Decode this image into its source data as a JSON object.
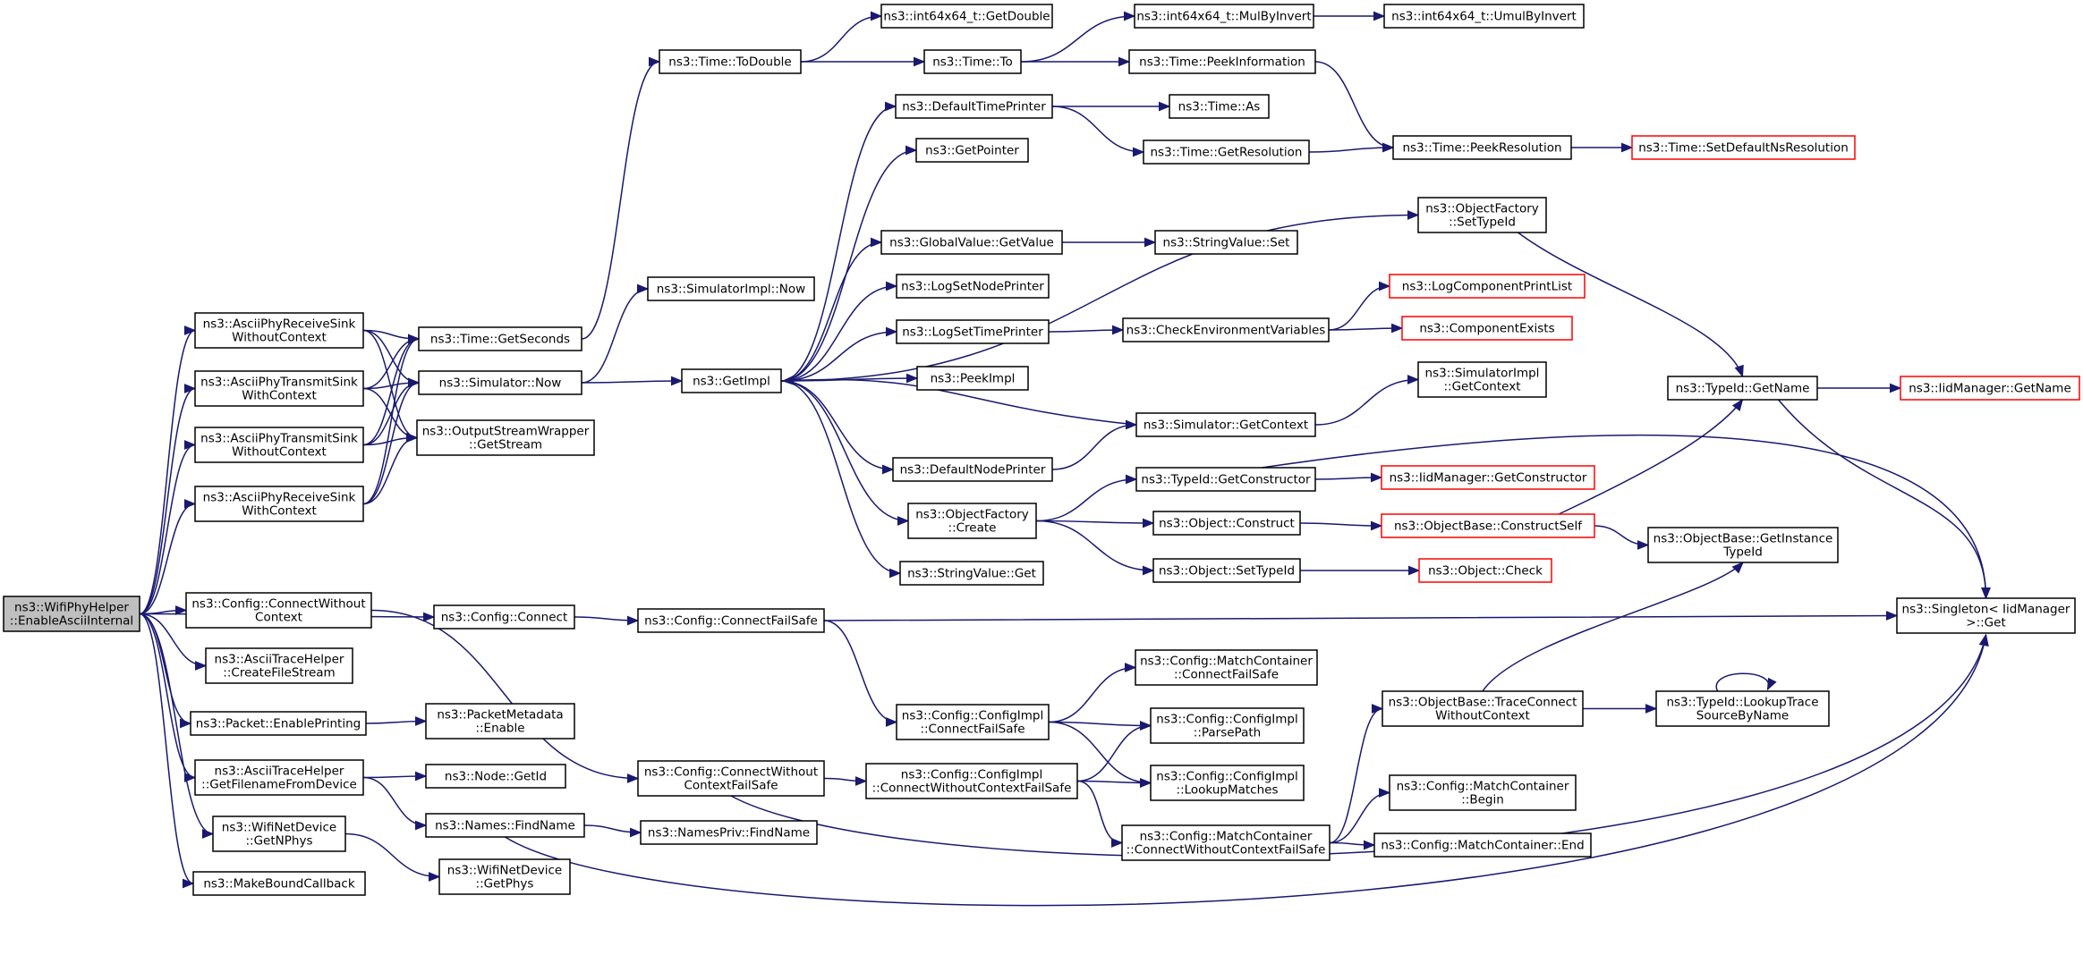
{
  "graph": {
    "colors": {
      "edge": "#191970",
      "box_border": "#000000",
      "truncated_border": "#ff0000",
      "root_fill": "#bfbfbf",
      "box_fill": "#ffffff"
    },
    "nodes": [
      {
        "id": "root",
        "lines": [
          "ns3::WifiPhyHelper",
          "::EnableAsciiInternal"
        ],
        "style": "root"
      },
      {
        "id": "aprs_wo",
        "lines": [
          "ns3::AsciiPhyReceiveSink",
          "WithoutContext"
        ]
      },
      {
        "id": "apts_w",
        "lines": [
          "ns3::AsciiPhyTransmitSink",
          "WithContext"
        ]
      },
      {
        "id": "apts_wo",
        "lines": [
          "ns3::AsciiPhyTransmitSink",
          "WithoutContext"
        ]
      },
      {
        "id": "aprs_w",
        "lines": [
          "ns3::AsciiPhyReceiveSink",
          "WithContext"
        ]
      },
      {
        "id": "cfg_cwc",
        "lines": [
          "ns3::Config::ConnectWithout",
          "Context"
        ]
      },
      {
        "id": "ath_cfs",
        "lines": [
          "ns3::AsciiTraceHelper",
          "::CreateFileStream"
        ]
      },
      {
        "id": "pkt_ep",
        "lines": [
          "ns3::Packet::EnablePrinting"
        ]
      },
      {
        "id": "ath_gff",
        "lines": [
          "ns3::AsciiTraceHelper",
          "::GetFilenameFromDevice"
        ]
      },
      {
        "id": "wnd_gnp",
        "lines": [
          "ns3::WifiNetDevice",
          "::GetNPhys"
        ]
      },
      {
        "id": "mbc",
        "lines": [
          "ns3::MakeBoundCallback"
        ]
      },
      {
        "id": "time_gs",
        "lines": [
          "ns3::Time::GetSeconds"
        ]
      },
      {
        "id": "sim_now",
        "lines": [
          "ns3::Simulator::Now"
        ]
      },
      {
        "id": "osw_gs",
        "lines": [
          "ns3::OutputStreamWrapper",
          "::GetStream"
        ]
      },
      {
        "id": "cfg_connect",
        "lines": [
          "ns3::Config::Connect"
        ]
      },
      {
        "id": "pm_enable",
        "lines": [
          "ns3::PacketMetadata",
          "::Enable"
        ]
      },
      {
        "id": "node_getid",
        "lines": [
          "ns3::Node::GetId"
        ]
      },
      {
        "id": "names_fn",
        "lines": [
          "ns3::Names::FindName"
        ]
      },
      {
        "id": "wnd_gp",
        "lines": [
          "ns3::WifiNetDevice",
          "::GetPhys"
        ]
      },
      {
        "id": "simimpl_now",
        "lines": [
          "ns3::SimulatorImpl::Now"
        ]
      },
      {
        "id": "time_todouble",
        "lines": [
          "ns3::Time::ToDouble"
        ]
      },
      {
        "id": "getimpl",
        "lines": [
          "ns3::GetImpl"
        ]
      },
      {
        "id": "cfg_cfs",
        "lines": [
          "ns3::Config::ConnectFailSafe"
        ]
      },
      {
        "id": "cfg_cwcfs",
        "lines": [
          "ns3::Config::ConnectWithout",
          "ContextFailSafe"
        ]
      },
      {
        "id": "namespriv_fn",
        "lines": [
          "ns3::NamesPriv::FindName"
        ]
      },
      {
        "id": "i64_gd",
        "lines": [
          "ns3::int64x64_t::GetDouble"
        ]
      },
      {
        "id": "time_to",
        "lines": [
          "ns3::Time::To"
        ]
      },
      {
        "id": "dtp",
        "lines": [
          "ns3::DefaultTimePrinter"
        ]
      },
      {
        "id": "getpointer",
        "lines": [
          "ns3::GetPointer"
        ]
      },
      {
        "id": "gv_getvalue",
        "lines": [
          "ns3::GlobalValue::GetValue"
        ]
      },
      {
        "id": "log_snp",
        "lines": [
          "ns3::LogSetNodePrinter"
        ]
      },
      {
        "id": "log_stp",
        "lines": [
          "ns3::LogSetTimePrinter"
        ]
      },
      {
        "id": "peekimpl",
        "lines": [
          "ns3::PeekImpl"
        ]
      },
      {
        "id": "dnp",
        "lines": [
          "ns3::DefaultNodePrinter"
        ]
      },
      {
        "id": "of_create",
        "lines": [
          "ns3::ObjectFactory",
          "::Create"
        ]
      },
      {
        "id": "sv_get",
        "lines": [
          "ns3::StringValue::Get"
        ]
      },
      {
        "id": "ci_cfs",
        "lines": [
          "ns3::Config::ConfigImpl",
          "::ConnectFailSafe"
        ]
      },
      {
        "id": "ci_cwcfs",
        "lines": [
          "ns3::Config::ConfigImpl",
          "::ConnectWithoutContextFailSafe"
        ]
      },
      {
        "id": "i64_mbi",
        "lines": [
          "ns3::int64x64_t::MulByInvert"
        ]
      },
      {
        "id": "time_pi",
        "lines": [
          "ns3::Time::PeekInformation"
        ]
      },
      {
        "id": "time_as",
        "lines": [
          "ns3::Time::As"
        ]
      },
      {
        "id": "time_gr",
        "lines": [
          "ns3::Time::GetResolution"
        ]
      },
      {
        "id": "sv_set",
        "lines": [
          "ns3::StringValue::Set"
        ]
      },
      {
        "id": "cev",
        "lines": [
          "ns3::CheckEnvironmentVariables"
        ]
      },
      {
        "id": "sim_gc",
        "lines": [
          "ns3::Simulator::GetContext"
        ]
      },
      {
        "id": "tid_gc",
        "lines": [
          "ns3::TypeId::GetConstructor"
        ]
      },
      {
        "id": "obj_construct",
        "lines": [
          "ns3::Object::Construct"
        ]
      },
      {
        "id": "obj_settid",
        "lines": [
          "ns3::Object::SetTypeId"
        ]
      },
      {
        "id": "mc_cfs",
        "lines": [
          "ns3::Config::MatchContainer",
          "::ConnectFailSafe"
        ]
      },
      {
        "id": "ci_pp",
        "lines": [
          "ns3::Config::ConfigImpl",
          "::ParsePath"
        ]
      },
      {
        "id": "ci_lm",
        "lines": [
          "ns3::Config::ConfigImpl",
          "::LookupMatches"
        ]
      },
      {
        "id": "mc_cwcfs",
        "lines": [
          "ns3::Config::MatchContainer",
          "::ConnectWithoutContextFailSafe"
        ]
      },
      {
        "id": "i64_umbi",
        "lines": [
          "ns3::int64x64_t::UmulByInvert"
        ]
      },
      {
        "id": "time_pr",
        "lines": [
          "ns3::Time::PeekResolution"
        ]
      },
      {
        "id": "of_settid",
        "lines": [
          "ns3::ObjectFactory",
          "::SetTypeId"
        ]
      },
      {
        "id": "lcpl",
        "lines": [
          "ns3::LogComponentPrintList"
        ],
        "style": "truncated"
      },
      {
        "id": "ce",
        "lines": [
          "ns3::ComponentExists"
        ],
        "style": "truncated"
      },
      {
        "id": "simimpl_gc",
        "lines": [
          "ns3::SimulatorImpl",
          "::GetContext"
        ]
      },
      {
        "id": "iidm_gc",
        "lines": [
          "ns3::IidManager::GetConstructor"
        ],
        "style": "truncated"
      },
      {
        "id": "ob_cs",
        "lines": [
          "ns3::ObjectBase::ConstructSelf"
        ],
        "style": "truncated"
      },
      {
        "id": "obj_check",
        "lines": [
          "ns3::Object::Check"
        ],
        "style": "truncated"
      },
      {
        "id": "ob_tcwc",
        "lines": [
          "ns3::ObjectBase::TraceConnect",
          "WithoutContext"
        ]
      },
      {
        "id": "mc_begin",
        "lines": [
          "ns3::Config::MatchContainer",
          "::Begin"
        ]
      },
      {
        "id": "mc_end",
        "lines": [
          "ns3::Config::MatchContainer::End"
        ]
      },
      {
        "id": "time_sdnr",
        "lines": [
          "ns3::Time::SetDefaultNsResolution"
        ],
        "style": "truncated"
      },
      {
        "id": "tid_gn",
        "lines": [
          "ns3::TypeId::GetName"
        ]
      },
      {
        "id": "ob_git",
        "lines": [
          "ns3::ObjectBase::GetInstance",
          "TypeId"
        ]
      },
      {
        "id": "tid_ltsbn",
        "lines": [
          "ns3::TypeId::LookupTrace",
          "SourceByName"
        ]
      },
      {
        "id": "iidm_gn",
        "lines": [
          "ns3::IidManager::GetName"
        ],
        "style": "truncated"
      },
      {
        "id": "singleton_get",
        "lines": [
          "ns3::Singleton< IidManager",
          ">::Get"
        ]
      }
    ]
  }
}
